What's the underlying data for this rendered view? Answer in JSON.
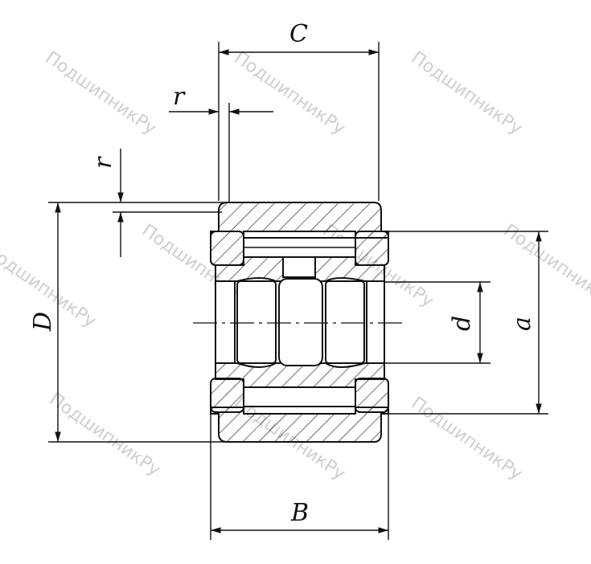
{
  "drawing": {
    "labels": {
      "C": "C",
      "r_top": "r",
      "r_side": "r",
      "D": "D",
      "d": "d",
      "a": "a",
      "B": "B"
    },
    "watermark": "ПодшипникРу"
  }
}
